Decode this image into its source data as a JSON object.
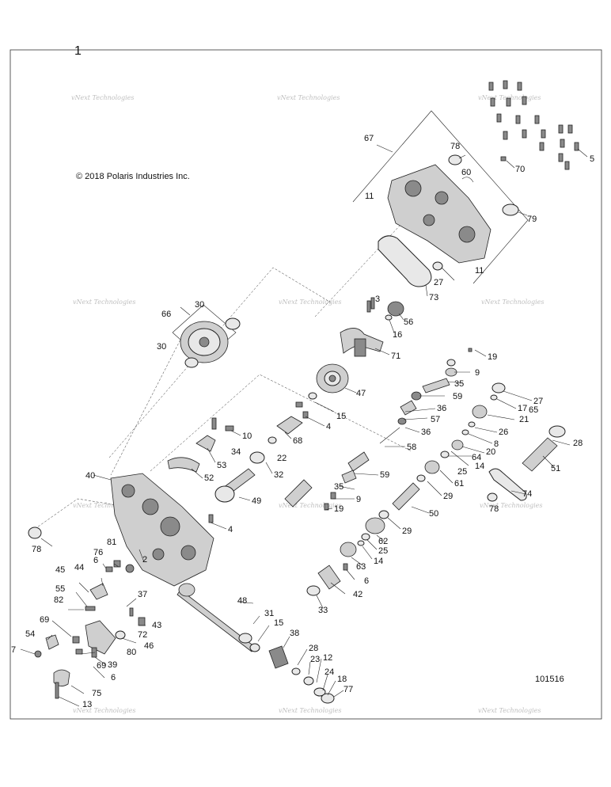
{
  "page": {
    "figure_number": "1",
    "copyright": "© 2018 Polaris Industries Inc.",
    "diagram_id": "101516",
    "watermark": "vNext Technologies"
  },
  "callouts": [
    "2",
    "3",
    "4",
    "4",
    "5",
    "6",
    "6",
    "6",
    "7",
    "8",
    "9",
    "9",
    "10",
    "11",
    "11",
    "12",
    "13",
    "14",
    "14",
    "15",
    "15",
    "16",
    "17",
    "18",
    "19",
    "19",
    "20",
    "21",
    "22",
    "23",
    "24",
    "25",
    "25",
    "26",
    "27",
    "27",
    "28",
    "28",
    "29",
    "29",
    "30",
    "30",
    "31",
    "32",
    "33",
    "34",
    "35",
    "35",
    "36",
    "36",
    "37",
    "38",
    "39",
    "40",
    "42",
    "43",
    "44",
    "45",
    "46",
    "47",
    "48",
    "49",
    "50",
    "51",
    "52",
    "53",
    "54",
    "55",
    "56",
    "57",
    "58",
    "59",
    "59",
    "60",
    "61",
    "62",
    "63",
    "64",
    "65",
    "66",
    "67",
    "68",
    "69",
    "69",
    "70",
    "71",
    "72",
    "73",
    "74",
    "75",
    "76",
    "77",
    "78",
    "78",
    "78",
    "79",
    "80",
    "81",
    "82"
  ]
}
